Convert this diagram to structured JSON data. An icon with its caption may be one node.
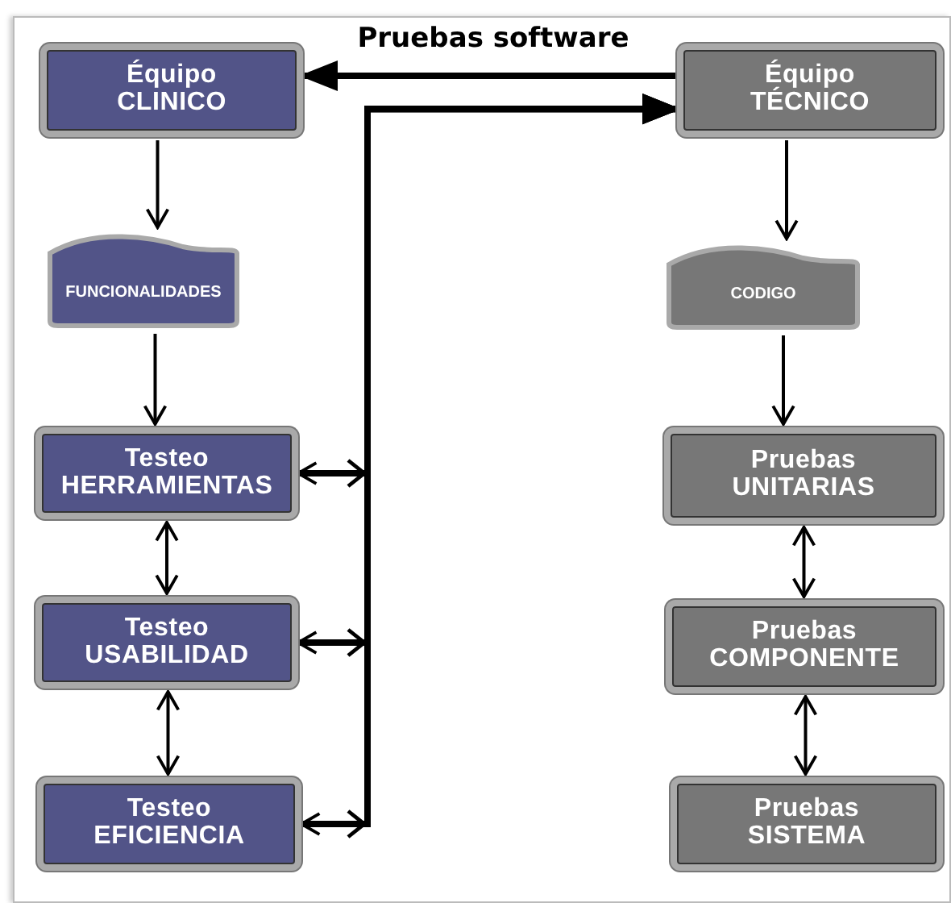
{
  "diagram": {
    "nodes": [
      {
        "text": [
          "Équipo CLINICO"
        ]
      },
      {
        "text": [
          "Équipo TÉCNICO"
        ]
      },
      {
        "text": [
          "FUNCIONALIDADES"
        ]
      },
      {
        "text": [
          "CODIGO"
        ]
      },
      {
        "text": [
          "Testeo HERRAMIENTAS"
        ]
      },
      {
        "text": [
          "Pruebas UNITARIAS"
        ]
      },
      {
        "text": [
          "Testeo USABILIDAD"
        ]
      },
      {
        "text": [
          "Pruebas COMPONENTE"
        ]
      },
      {
        "text": [
          "Testeo EFICIENCIA"
        ]
      },
      {
        "text": [
          "Pruebas SISTEMA"
        ]
      }
    ],
    "edges": [
      {
        "from": 1,
        "to": 0,
        "arrow": "to",
        "label": "Pruebas software",
        "style": "thick"
      },
      {
        "from": 0,
        "to": 2,
        "arrow": "to"
      },
      {
        "from": 1,
        "to": 3,
        "arrow": "to"
      },
      {
        "from": 2,
        "to": 4,
        "arrow": "to"
      },
      {
        "from": 3,
        "to": 5,
        "arrow": "to"
      },
      {
        "from": 4,
        "to": 6,
        "arrow": "both"
      },
      {
        "from": 5,
        "to": 7,
        "arrow": "both"
      },
      {
        "from": 6,
        "to": 8,
        "arrow": "both"
      },
      {
        "from": 7,
        "to": 9,
        "arrow": "both"
      },
      {
        "from": 4,
        "to": 1,
        "arrow": "both",
        "style": "thick"
      },
      {
        "from": 6,
        "to": 1,
        "arrow": "both",
        "style": "thick"
      },
      {
        "from": 8,
        "to": 1,
        "arrow": "both",
        "style": "thick"
      }
    ]
  }
}
